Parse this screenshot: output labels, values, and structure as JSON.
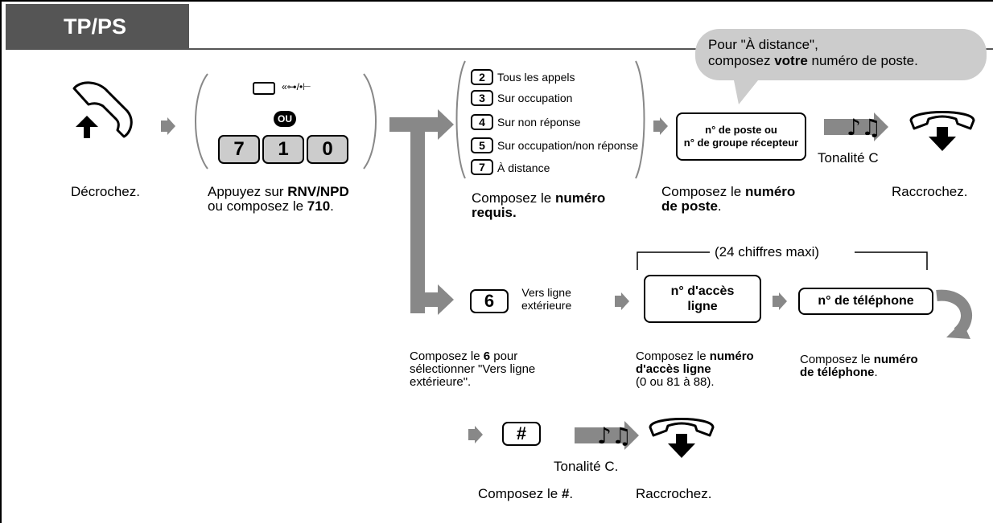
{
  "header": {
    "tag": "TP/PS"
  },
  "bubble": {
    "line1": "Pour \"À distance\",",
    "line2_pre": "composez ",
    "line2_bold": "votre",
    "line2_post": " numéro de poste."
  },
  "steps": {
    "pickup": {
      "label": "Décrochez."
    },
    "press": {
      "label_pre": "Appuyez sur ",
      "label_bold": "RNV/NPD",
      "label_line2_pre": "ou composez le ",
      "label_line2_bold": "710",
      "label_line2_post": ".",
      "or_text": "OU",
      "keys": [
        "7",
        "1",
        "0"
      ],
      "button_icon_text": "«⊶/•⊢"
    },
    "options": {
      "items": [
        {
          "key": "2",
          "text": "Tous les appels"
        },
        {
          "key": "3",
          "text": "Sur occupation"
        },
        {
          "key": "4",
          "text": "Sur non réponse"
        },
        {
          "key": "5",
          "text": "Sur occupation/non réponse"
        },
        {
          "key": "7",
          "text": "À distance"
        }
      ],
      "label_pre": "Composez le ",
      "label_bold": "numéro",
      "label_line2_bold": "requis."
    },
    "ext": {
      "box_line1": "n° de poste ou",
      "box_line2": "n° de groupe récepteur",
      "label_pre": "Composez le ",
      "label_bold": "numéro",
      "label_line2_bold": "de poste",
      "label_line2_post": "."
    },
    "tone1": {
      "label": "Tonalité C"
    },
    "hangup1": {
      "label": "Raccrochez."
    },
    "outside": {
      "key": "6",
      "text_line1": "Vers ligne",
      "text_line2": "extérieure",
      "label_line1_pre": "Composez le ",
      "label_line1_bold": "6",
      "label_line1_post": " pour",
      "label_line2": "sélectionner \"Vers ligne",
      "label_line3": "extérieure\"."
    },
    "max": {
      "label": "(24 chiffres maxi)"
    },
    "line_access": {
      "box_line1": "n° d'accès",
      "box_line2": "ligne",
      "label_pre": "Composez le ",
      "label_bold": "numéro",
      "label_line2_bold": "d'accès ligne",
      "label_line3": "(0 ou 81 à 88)."
    },
    "phone": {
      "box": "n° de téléphone",
      "label_pre": "Composez le ",
      "label_bold": "numéro",
      "label_line2_bold": "de téléphone",
      "label_line2_post": "."
    },
    "hash": {
      "key": "#",
      "label_pre": "Composez le ",
      "label_bold": "#",
      "label_post": "."
    },
    "tone2": {
      "label": "Tonalité C."
    },
    "hangup2": {
      "label": "Raccrochez."
    }
  },
  "colors": {
    "gray_dark": "#555555",
    "gray_mid": "#888888",
    "gray_light": "#cccccc"
  }
}
